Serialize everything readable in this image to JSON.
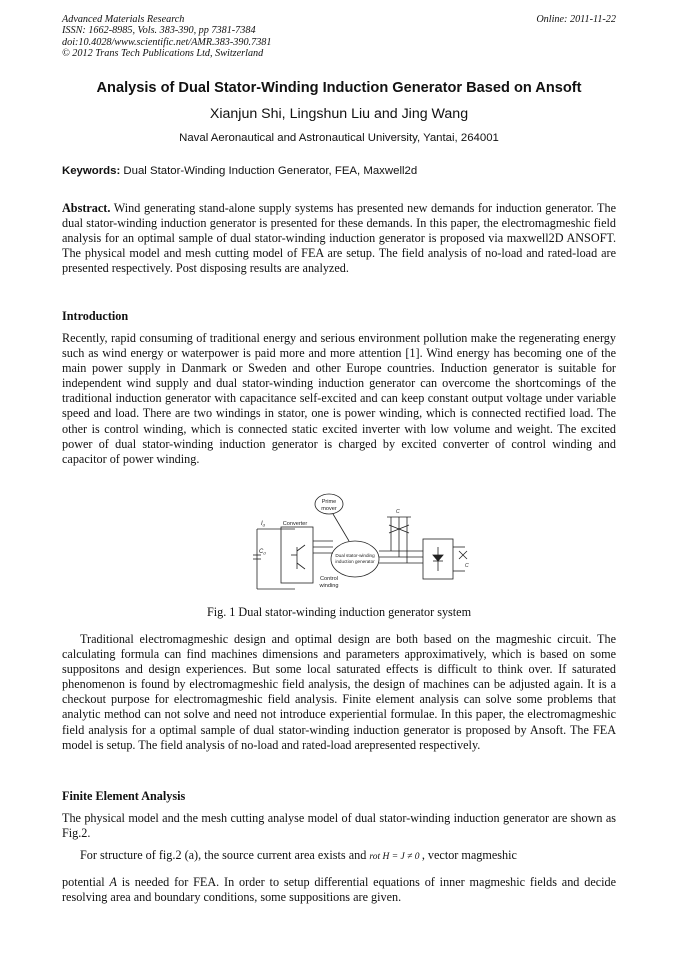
{
  "header": {
    "journal": "Advanced Materials Research",
    "issn": "ISSN: 1662-8985, Vols. 383-390, pp 7381-7384",
    "doi": "doi:10.4028/www.scientific.net/AMR.383-390.7381",
    "copyright": "© 2012 Trans Tech Publications Ltd, Switzerland",
    "online": "Online: 2011-11-22"
  },
  "title": "Analysis of Dual Stator-Winding Induction Generator Based on Ansoft",
  "authors": "Xianjun Shi, Lingshun Liu and Jing Wang",
  "affiliation": "Naval Aeronautical and Astronautical University, Yantai, 264001",
  "keywords": {
    "label": "Keywords:",
    "text": "Dual Stator-Winding Induction Generator, FEA, Maxwell2d"
  },
  "abstract": {
    "label": "Abstract.",
    "text": "Wind generating stand-alone supply systems has presented new demands for induction generator. The dual stator-winding induction generator is presented for these demands. In this paper, the electromagmeshic field analysis for an optimal sample of dual stator-winding induction generator is proposed via maxwell2D ANSOFT. The physical model and mesh cutting model of FEA are setup. The field analysis of no-load and rated-load are presented respectively. Post disposing results are analyzed."
  },
  "introduction": {
    "heading": "Introduction",
    "p1": "Recently, rapid consuming of traditional energy and serious environment pollution make the regenerating energy such as wind energy or waterpower is paid more and more attention [1]. Wind energy has becoming one of the main power supply in Danmark or Sweden and other Europe countries. Induction generator is suitable for independent wind supply and dual stator-winding induction generator can overcome the shortcomings of the traditional induction generator with capacitance self-excited and can keep constant output voltage under variable speed and load.  There are two windings in stator, one is power winding, which is connected rectified load. The other is control winding, which is connected static excited inverter with low volume and weight. The excited power of dual stator-winding induction generator is charged by excited converter of control winding and capacitor of power winding.",
    "p2": "Traditional electromagmeshic design and optimal design are both based on the magmeshic circuit. The calculating formula can find machines dimensions and parameters approximatively, which is based on some suppositons and design experiences. But some local saturated effects is difficult to think over.  If saturated phenomenon is found by electromagmeshic field analysis, the design of machines can be adjusted again. It is a checkout purpose for electromagmeshic field analysis. Finite element analysis can solve some problems that analytic method can not solve and need not introduce experiential formulae. In this paper, the electromagmeshic field analysis for a optimal sample of dual stator-winding induction generator is proposed by Ansoft. The FEA model is setup. The field analysis of no-load and rated-load arepresented respectively."
  },
  "figure1": {
    "labels": {
      "prime_mover_1": "Prime",
      "prime_mover_2": "mover",
      "converter": "Converter",
      "generator_1": "Dual stator-winding",
      "generator_2": "induction generator",
      "control_1": "Control",
      "control_2": "winding",
      "idc": "I",
      "idc_sub": "d",
      "cd": "C",
      "cd_sub": "d",
      "c_top": "C",
      "c_right": "C"
    },
    "caption": "Fig. 1  Dual stator-winding induction generator system"
  },
  "fea": {
    "heading": "Finite Element Analysis",
    "p1": "The physical model and the mesh cutting analyse model of dual stator-winding induction generator are shown as Fig.2.",
    "p2_start": "For structure of fig.2 (a), the source current area exists and",
    "eq_rot": "rot",
    "eq_H": "H",
    "eq_eq": "=",
    "eq_J": "J",
    "eq_ne": "≠",
    "eq_zero": "0",
    "p2_end": ",  vector magmeshic",
    "p3_start": "potential",
    "p3_A": "A",
    "p3_end": "is needed for FEA. In order to setup differential equations of inner magmeshic fields and decide resolving area and boundary conditions, some suppositions are given."
  }
}
